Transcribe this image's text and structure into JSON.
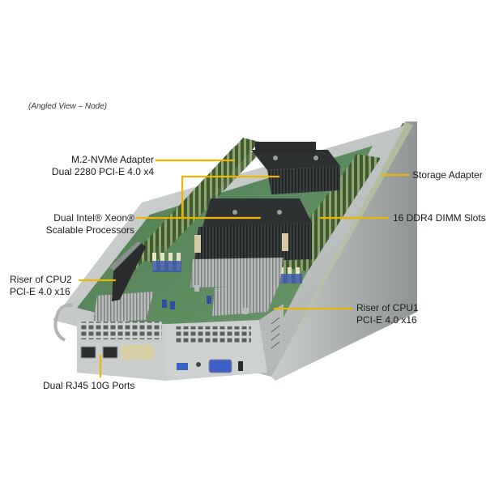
{
  "caption": "(Angled View – Node)",
  "callout_color": "#f2b300",
  "labels": {
    "m2_nvme": {
      "line1": "M.2-NVMe Adapter",
      "line2": "Dual 2280 PCI-E 4.0 x4"
    },
    "processors": {
      "line1": "Dual Intel® Xeon®",
      "line2": "Scalable Processors"
    },
    "riser_cpu2": {
      "line1": "Riser of CPU2",
      "line2": "PCI-E 4.0 x16"
    },
    "storage_adapter": {
      "line1": "Storage Adapter"
    },
    "dimm_slots": {
      "line1": "16 DDR4 DIMM Slots"
    },
    "riser_cpu1": {
      "line1": "Riser of CPU1",
      "line2": "PCI-E 4.0 x16"
    },
    "rj45_ports": {
      "line1": "Dual RJ45 10G Ports"
    }
  }
}
